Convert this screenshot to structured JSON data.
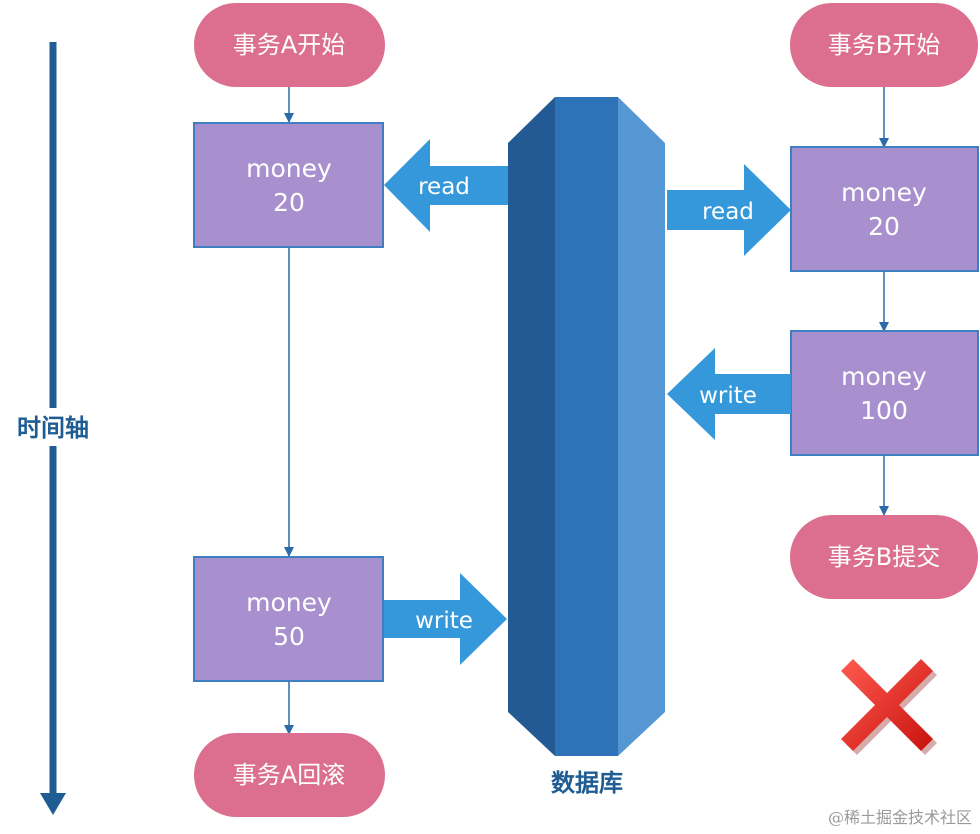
{
  "timeline": {
    "label": "时间轴"
  },
  "database": {
    "label": "数据库"
  },
  "transaction_a": {
    "start": "事务A开始",
    "read_box": {
      "line1": "money",
      "line2": "20"
    },
    "write_box": {
      "line1": "money",
      "line2": "50"
    },
    "end": "事务A回滚",
    "read_arrow": "read",
    "write_arrow": "write"
  },
  "transaction_b": {
    "start": "事务B开始",
    "read_box": {
      "line1": "money",
      "line2": "20"
    },
    "write_box": {
      "line1": "money",
      "line2": "100"
    },
    "end": "事务B提交",
    "read_arrow": "read",
    "write_arrow": "write"
  },
  "result_icon": "cross-mark-icon",
  "watermark": "@稀土掘金技术社区",
  "colors": {
    "pill": "#dc6f90",
    "box": "#a890cf",
    "box_border": "#3d7fc0",
    "arrow": "#3498db",
    "timeline": "#1f5c94",
    "db_left": "#245a94",
    "db_mid": "#2e73b8",
    "db_right": "#5597d3",
    "cross": "#e8241e"
  }
}
